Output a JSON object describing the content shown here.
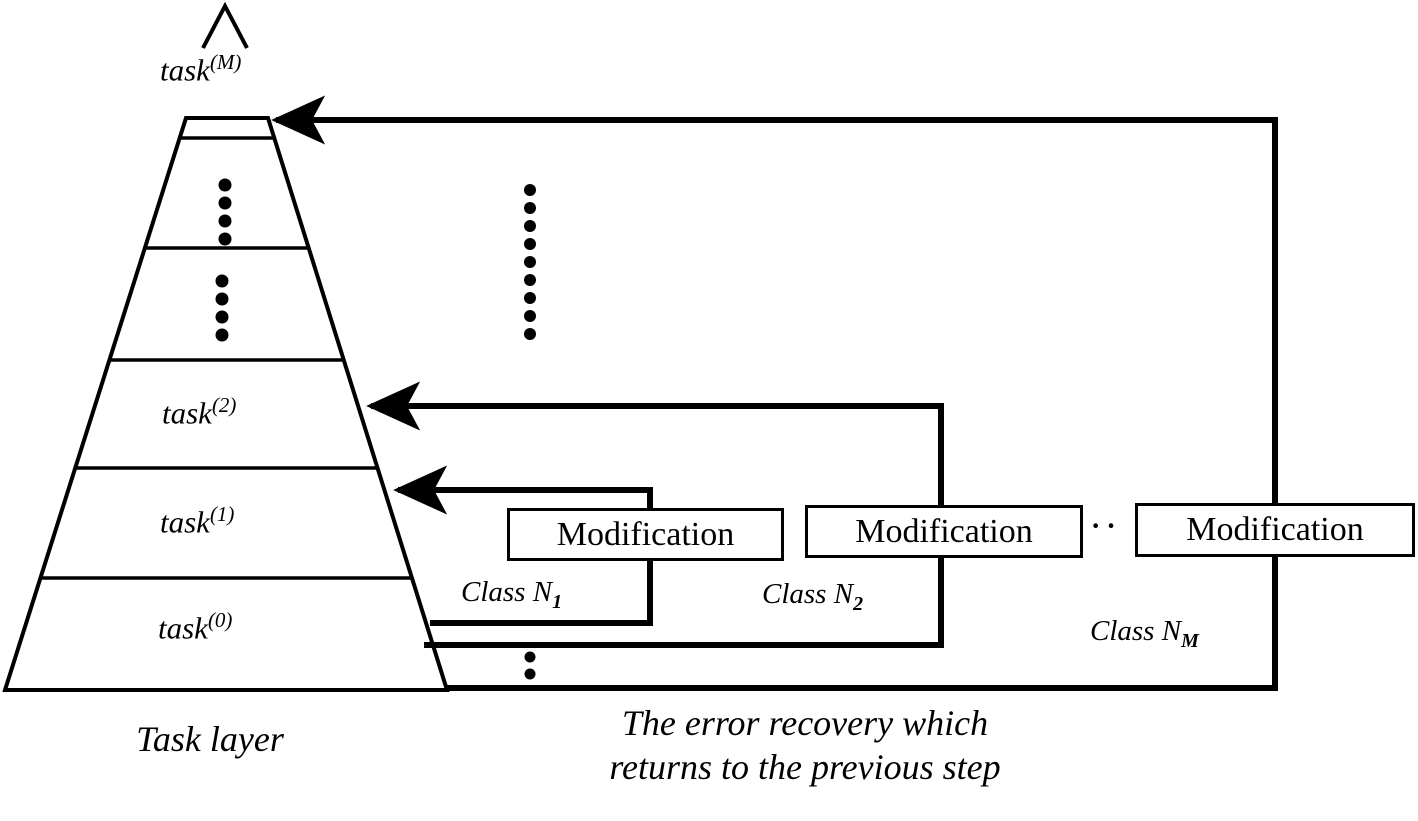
{
  "diagram": {
    "title_caption": "Task layer",
    "flow_caption_line1": "The error recovery which",
    "flow_caption_line2": "returns to the previous step",
    "pyramid": {
      "levels": [
        {
          "name": "task",
          "superscript": "(M)",
          "label": "task (M)"
        },
        {
          "name": "ellipsis-upper",
          "superscript": "",
          "label": ""
        },
        {
          "name": "ellipsis-lower",
          "superscript": "",
          "label": ""
        },
        {
          "name": "task",
          "superscript": "(2)",
          "label": "task (2)"
        },
        {
          "name": "task",
          "superscript": "(1)",
          "label": "task (1)"
        },
        {
          "name": "task",
          "superscript": "(0)",
          "label": "task (0)"
        }
      ],
      "task_m": "task",
      "task_m_sup": "(M)",
      "task_2": "task",
      "task_2_sup": "(2)",
      "task_1": "task",
      "task_1_sup": "(1)",
      "task_0": "task",
      "task_0_sup": "(0)"
    },
    "modifications": [
      {
        "label": "Modification",
        "class_prefix": "Class N",
        "class_sub": "1"
      },
      {
        "label": "Modification",
        "class_prefix": "Class N",
        "class_sub": "2"
      },
      {
        "label": "Modification",
        "class_prefix": "Class N",
        "class_sub": "M"
      }
    ],
    "mod_label_1": "Modification",
    "mod_label_2": "Modification",
    "mod_label_3": "Modification",
    "class_prefix_1": "Class N",
    "class_sub_1": "1",
    "class_prefix_2": "Class N",
    "class_sub_2": "2",
    "class_prefix_3": "Class N",
    "class_sub_3": "M",
    "inter_box_dots": "··",
    "vertical_dots_glyph": "•",
    "colors": {
      "stroke": "#000000",
      "background": "#ffffff"
    }
  }
}
